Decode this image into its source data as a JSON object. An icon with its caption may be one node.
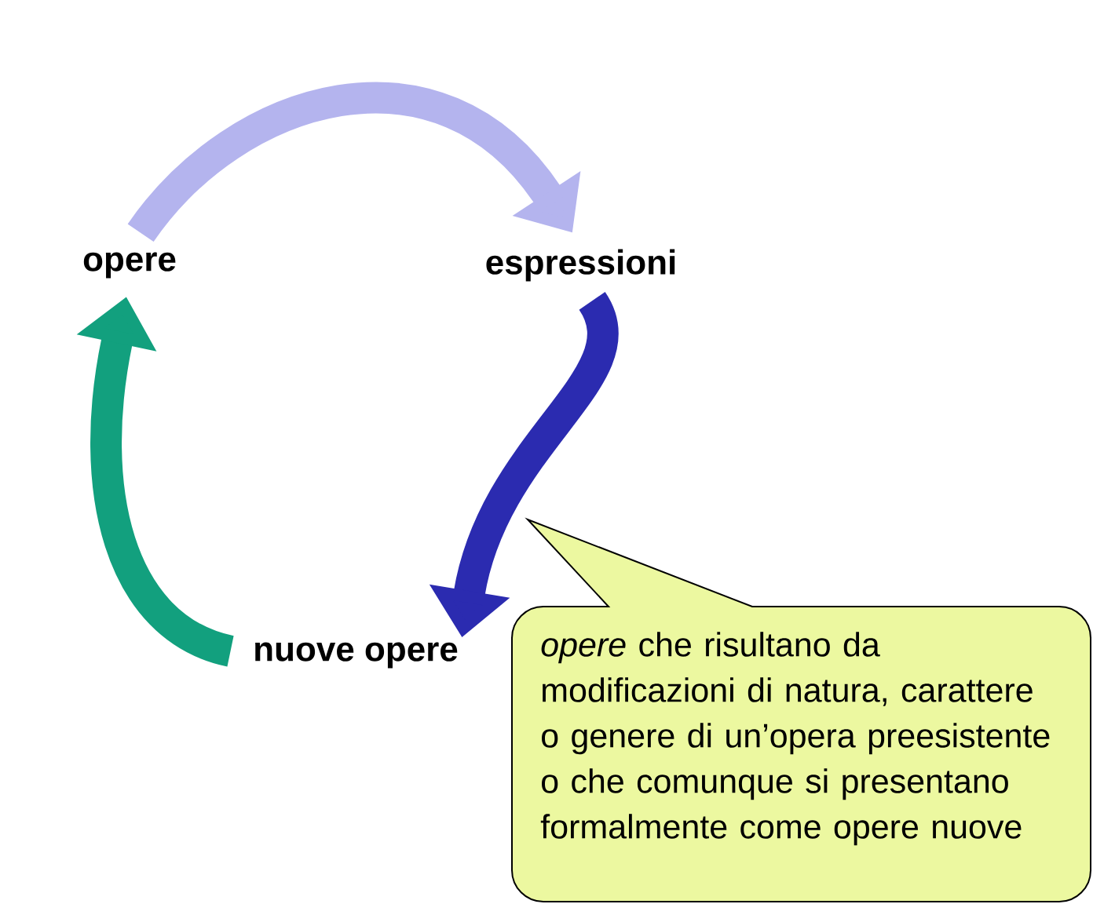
{
  "diagram": {
    "nodes": [
      {
        "text": [
          "opere"
        ]
      },
      {
        "text": [
          "espressioni"
        ]
      },
      {
        "text": [
          "nuove opere"
        ]
      },
      {
        "text": [
          "*opere* che risultano da modificazioni di natura, carattere o genere di un’opera preesistente o che comunque si presentano formalmente come opere nuove"
        ]
      }
    ],
    "edges": [
      {
        "from": 0,
        "to": 1,
        "arrow": "to",
        "color": "#b4b4ee"
      },
      {
        "from": 1,
        "to": 2,
        "arrow": "to",
        "color": "#2b2bb0"
      },
      {
        "from": 2,
        "to": 0,
        "arrow": "to",
        "color": "#12a07e"
      }
    ]
  }
}
